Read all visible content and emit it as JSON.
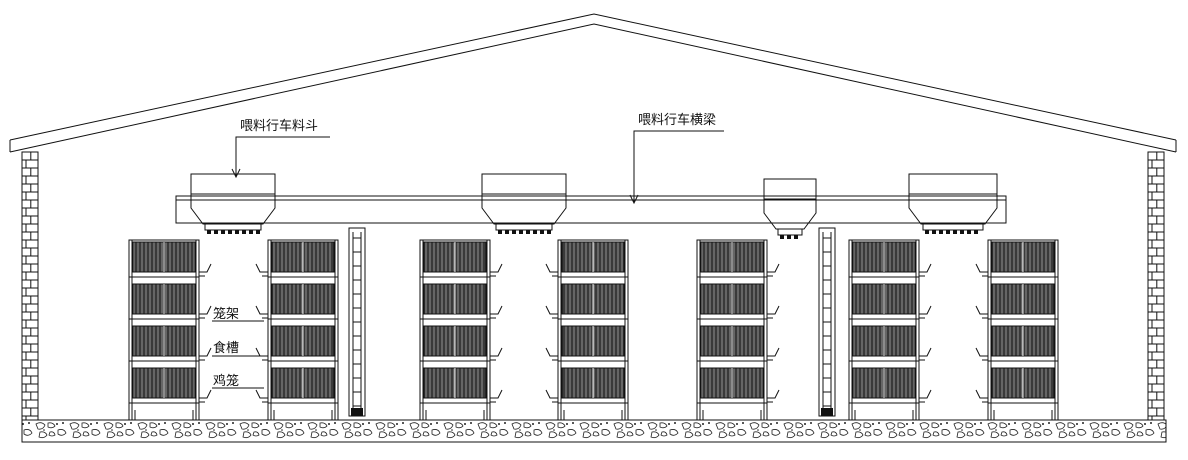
{
  "labels": {
    "hopper": "喂料行车料斗",
    "beam": "喂料行车横梁",
    "rack": "笼架",
    "trough": "食槽",
    "cage": "鸡笼"
  },
  "colors": {
    "line": "#111111",
    "cage_fill": "#3a3a3a",
    "background": "#ffffff"
  }
}
